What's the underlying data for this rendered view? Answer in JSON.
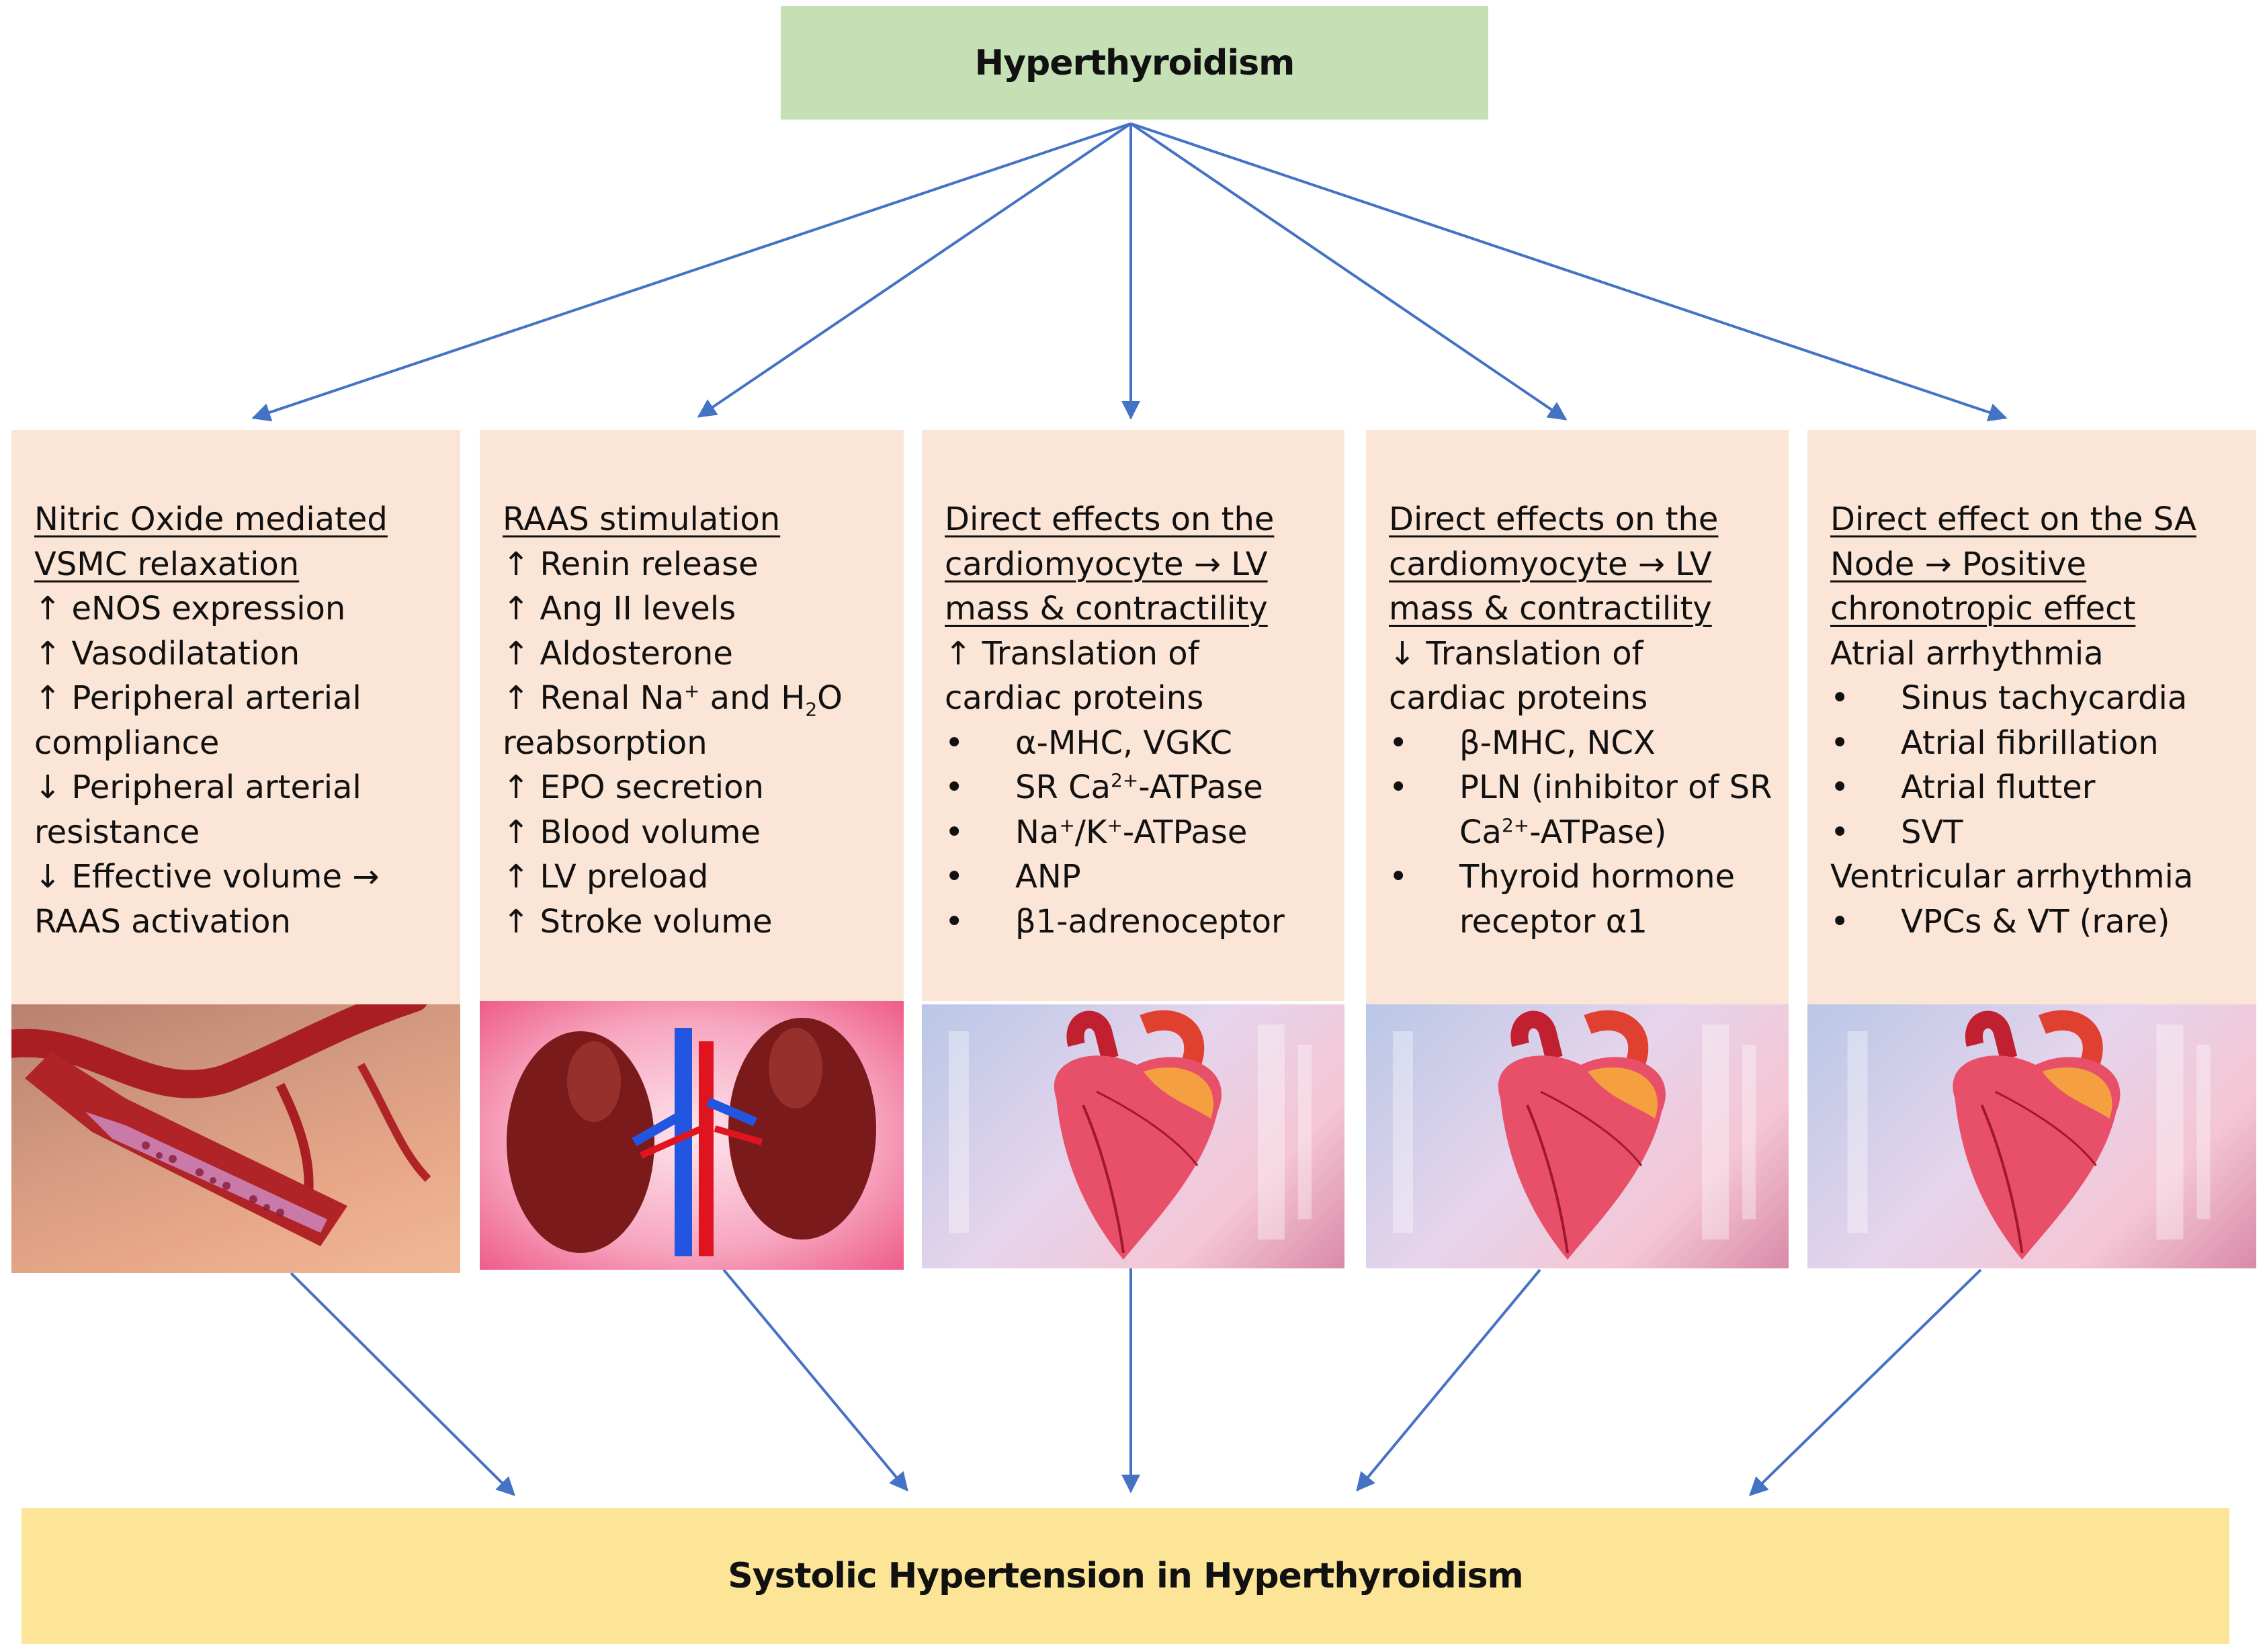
{
  "top_box": {
    "label": "Hyperthyroidism",
    "color": "#c5e0b4"
  },
  "bottom_box": {
    "label": "Systolic Hypertension in Hyperthyroidism",
    "color": "#fde598"
  },
  "arrow_color": "#4472c4",
  "panel_color": "#fbe5d6",
  "panels": [
    {
      "header": [
        "Nitric Oxide mediated",
        "VSMC relaxation"
      ],
      "lines": [
        "↑ eNOS expression",
        "↑ Vasodilatation",
        "↑ Peripheral arterial",
        "compliance",
        "↓ Peripheral arterial",
        "resistance",
        "↓ Effective volume →",
        "RAAS activation"
      ],
      "image": "blood-vessel-illustration"
    },
    {
      "header": [
        "RAAS stimulation"
      ],
      "lines": [
        "↑ Renin release",
        "↑ Ang II levels",
        "↑ Aldosterone",
        {
          "pre": "↑ Renal Na",
          "sup": "+",
          "mid": " and H",
          "sub": "2",
          "post": "O"
        },
        "reabsorption",
        "↑ EPO secretion",
        "↑ Blood volume",
        "↑ LV preload",
        "↑ Stroke volume"
      ],
      "image": "kidneys-illustration"
    },
    {
      "header": [
        "Direct effects on the",
        "cardiomyocyte → LV",
        "mass & contractility"
      ],
      "lines": [
        "↑ Translation of",
        "cardiac proteins"
      ],
      "bullets": [
        "α-MHC, VGKC",
        {
          "pre": "SR Ca",
          "sup": "2+",
          "post": "-ATPase"
        },
        {
          "pre": "Na",
          "sup": "+",
          "mid": "/K",
          "sup2": "+",
          "post": "-ATPase"
        },
        "ANP",
        "β1-adrenoceptor"
      ],
      "image": "heart-illustration"
    },
    {
      "header": [
        "Direct effects on the",
        "cardiomyocyte → LV",
        "mass & contractility"
      ],
      "lines": [
        "↓ Translation of",
        "cardiac proteins"
      ],
      "bullets": [
        "β-MHC, NCX",
        "PLN (inhibitor of SR",
        "Thyroid hormone"
      ],
      "bullet_continuations": {
        "1": {
          "pre": "Ca",
          "sup": "2+",
          "post": "-ATPase)"
        },
        "2": "receptor α1"
      },
      "image": "heart-illustration"
    },
    {
      "header": [
        "Direct effect on the SA",
        "Node → Positive",
        "chronotropic effect"
      ],
      "sections": [
        {
          "title": "Atrial arrhythmia",
          "bullets": [
            "Sinus tachycardia",
            "Atrial fibrillation",
            "Atrial flutter",
            "SVT"
          ]
        },
        {
          "title": "Ventricular arrhythmia",
          "bullets": [
            "VPCs & VT (rare)"
          ]
        }
      ],
      "image": "heart-illustration"
    }
  ]
}
